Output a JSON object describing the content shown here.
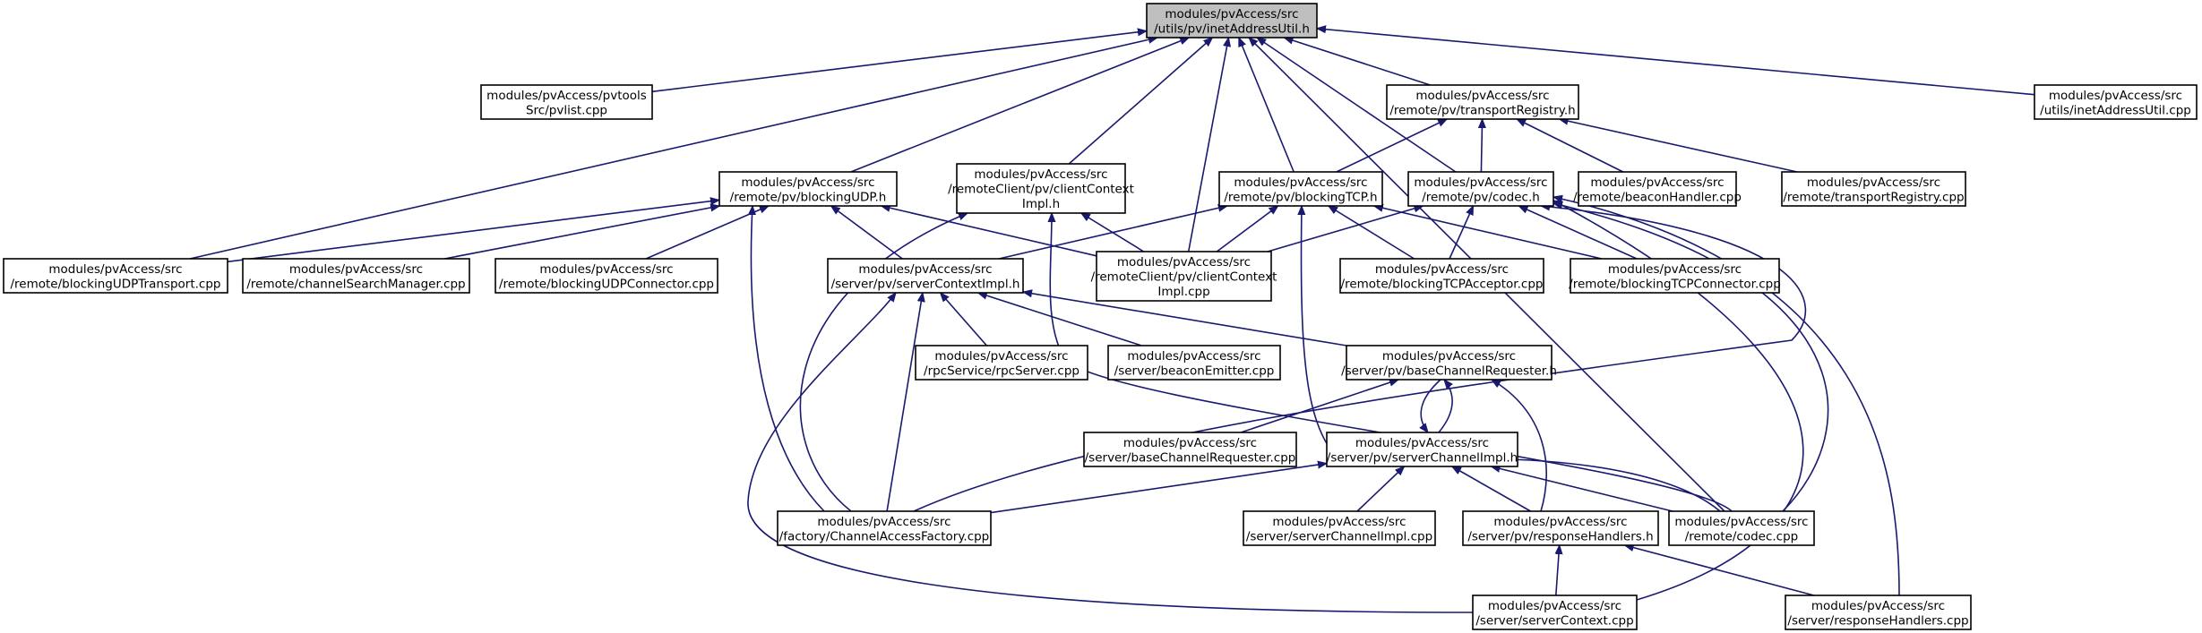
{
  "graph": {
    "arrow_color": "#191970",
    "root_fill": "#bfbfbf",
    "nodes": {
      "inetAddressUtil_h": {
        "lines": [
          "modules/pvAccess/src",
          "/utils/pv/inetAddressUtil.h"
        ],
        "root": true
      },
      "pvlist_cpp": {
        "lines": [
          "modules/pvAccess/pvtools",
          "Src/pvlist.cpp"
        ]
      },
      "transportRegistry_h": {
        "lines": [
          "modules/pvAccess/src",
          "/remote/pv/transportRegistry.h"
        ]
      },
      "inetAddressUtil_cpp": {
        "lines": [
          "modules/pvAccess/src",
          "/utils/inetAddressUtil.cpp"
        ]
      },
      "blockingUDP_h": {
        "lines": [
          "modules/pvAccess/src",
          "/remote/pv/blockingUDP.h"
        ]
      },
      "clientContextImpl_h": {
        "lines": [
          "modules/pvAccess/src",
          "/remoteClient/pv/clientContext",
          "Impl.h"
        ]
      },
      "blockingTCP_h": {
        "lines": [
          "modules/pvAccess/src",
          "/remote/pv/blockingTCP.h"
        ]
      },
      "codec_h": {
        "lines": [
          "modules/pvAccess/src",
          "/remote/pv/codec.h"
        ]
      },
      "beaconHandler_cpp": {
        "lines": [
          "modules/pvAccess/src",
          "/remote/beaconHandler.cpp"
        ]
      },
      "transportRegistry_cpp": {
        "lines": [
          "modules/pvAccess/src",
          "/remote/transportRegistry.cpp"
        ]
      },
      "blockingUDPTransport_cpp": {
        "lines": [
          "modules/pvAccess/src",
          "/remote/blockingUDPTransport.cpp"
        ]
      },
      "channelSearchManager_cpp": {
        "lines": [
          "modules/pvAccess/src",
          "/remote/channelSearchManager.cpp"
        ]
      },
      "blockingUDPConnector_cpp": {
        "lines": [
          "modules/pvAccess/src",
          "/remote/blockingUDPConnector.cpp"
        ]
      },
      "serverContextImpl_h": {
        "lines": [
          "modules/pvAccess/src",
          "/server/pv/serverContextImpl.h"
        ]
      },
      "clientContextImpl_cpp": {
        "lines": [
          "modules/pvAccess/src",
          "/remoteClient/pv/clientContext",
          "Impl.cpp"
        ]
      },
      "blockingTCPAcceptor_cpp": {
        "lines": [
          "modules/pvAccess/src",
          "/remote/blockingTCPAcceptor.cpp"
        ]
      },
      "blockingTCPConnector_cpp": {
        "lines": [
          "modules/pvAccess/src",
          "/remote/blockingTCPConnector.cpp"
        ]
      },
      "rpcServer_cpp": {
        "lines": [
          "modules/pvAccess/src",
          "/rpcService/rpcServer.cpp"
        ]
      },
      "beaconEmitter_cpp": {
        "lines": [
          "modules/pvAccess/src",
          "/server/beaconEmitter.cpp"
        ]
      },
      "baseChannelRequester_h": {
        "lines": [
          "modules/pvAccess/src",
          "/server/pv/baseChannelRequester.h"
        ]
      },
      "baseChannelRequester_cpp": {
        "lines": [
          "modules/pvAccess/src",
          "/server/baseChannelRequester.cpp"
        ]
      },
      "serverChannelImpl_h": {
        "lines": [
          "modules/pvAccess/src",
          "/server/pv/serverChannelImpl.h"
        ]
      },
      "ChannelAccessFactory_cpp": {
        "lines": [
          "modules/pvAccess/src",
          "/factory/ChannelAccessFactory.cpp"
        ]
      },
      "serverChannelImpl_cpp": {
        "lines": [
          "modules/pvAccess/src",
          "/server/serverChannelImpl.cpp"
        ]
      },
      "responseHandlers_h": {
        "lines": [
          "modules/pvAccess/src",
          "/server/pv/responseHandlers.h"
        ]
      },
      "codec_cpp": {
        "lines": [
          "modules/pvAccess/src",
          "/remote/codec.cpp"
        ]
      },
      "serverContext_cpp": {
        "lines": [
          "modules/pvAccess/src",
          "/server/serverContext.cpp"
        ]
      },
      "responseHandlers_cpp": {
        "lines": [
          "modules/pvAccess/src",
          "/server/responseHandlers.cpp"
        ]
      }
    },
    "edges": [
      [
        "pvlist_cpp",
        "inetAddressUtil_h"
      ],
      [
        "transportRegistry_h",
        "inetAddressUtil_h"
      ],
      [
        "inetAddressUtil_cpp",
        "inetAddressUtil_h"
      ],
      [
        "blockingUDP_h",
        "inetAddressUtil_h"
      ],
      [
        "clientContextImpl_h",
        "inetAddressUtil_h"
      ],
      [
        "blockingTCP_h",
        "inetAddressUtil_h"
      ],
      [
        "codec_h",
        "inetAddressUtil_h"
      ],
      [
        "blockingUDPTransport_cpp",
        "inetAddressUtil_h"
      ],
      [
        "clientContextImpl_cpp",
        "inetAddressUtil_h"
      ],
      [
        "codec_cpp",
        "inetAddressUtil_h"
      ],
      [
        "blockingTCP_h",
        "transportRegistry_h"
      ],
      [
        "codec_h",
        "transportRegistry_h"
      ],
      [
        "beaconHandler_cpp",
        "transportRegistry_h"
      ],
      [
        "transportRegistry_cpp",
        "transportRegistry_h"
      ],
      [
        "blockingUDPTransport_cpp",
        "blockingUDP_h"
      ],
      [
        "channelSearchManager_cpp",
        "blockingUDP_h"
      ],
      [
        "blockingUDPConnector_cpp",
        "blockingUDP_h"
      ],
      [
        "serverContextImpl_h",
        "blockingUDP_h"
      ],
      [
        "clientContextImpl_cpp",
        "blockingUDP_h"
      ],
      [
        "ChannelAccessFactory_cpp",
        "blockingUDP_h"
      ],
      [
        "clientContextImpl_cpp",
        "clientContextImpl_h"
      ],
      [
        "ChannelAccessFactory_cpp",
        "clientContextImpl_h"
      ],
      [
        "codec_cpp",
        "clientContextImpl_h"
      ],
      [
        "serverContextImpl_h",
        "blockingTCP_h"
      ],
      [
        "clientContextImpl_cpp",
        "blockingTCP_h"
      ],
      [
        "blockingTCPAcceptor_cpp",
        "blockingTCP_h"
      ],
      [
        "blockingTCPConnector_cpp",
        "blockingTCP_h"
      ],
      [
        "codec_cpp",
        "blockingTCP_h"
      ],
      [
        "clientContextImpl_cpp",
        "codec_h"
      ],
      [
        "blockingTCPAcceptor_cpp",
        "codec_h"
      ],
      [
        "blockingTCPConnector_cpp",
        "codec_h"
      ],
      [
        "codec_cpp",
        "codec_h"
      ],
      [
        "ChannelAccessFactory_cpp",
        "codec_h"
      ],
      [
        "serverContext_cpp",
        "codec_h"
      ],
      [
        "responseHandlers_cpp",
        "codec_h"
      ],
      [
        "rpcServer_cpp",
        "serverContextImpl_h"
      ],
      [
        "beaconEmitter_cpp",
        "serverContextImpl_h"
      ],
      [
        "baseChannelRequester_h",
        "serverContextImpl_h"
      ],
      [
        "ChannelAccessFactory_cpp",
        "serverContextImpl_h"
      ],
      [
        "serverContext_cpp",
        "serverContextImpl_h"
      ],
      [
        "baseChannelRequester_cpp",
        "baseChannelRequester_h"
      ],
      [
        "serverChannelImpl_h",
        "baseChannelRequester_h"
      ],
      [
        "responseHandlers_h",
        "baseChannelRequester_h"
      ],
      [
        "baseChannelRequester_h",
        "serverChannelImpl_h"
      ],
      [
        "ChannelAccessFactory_cpp",
        "serverChannelImpl_h"
      ],
      [
        "serverChannelImpl_cpp",
        "serverChannelImpl_h"
      ],
      [
        "responseHandlers_h",
        "serverChannelImpl_h"
      ],
      [
        "codec_cpp",
        "serverChannelImpl_h"
      ],
      [
        "serverContext_cpp",
        "responseHandlers_h"
      ],
      [
        "responseHandlers_cpp",
        "responseHandlers_h"
      ]
    ]
  }
}
